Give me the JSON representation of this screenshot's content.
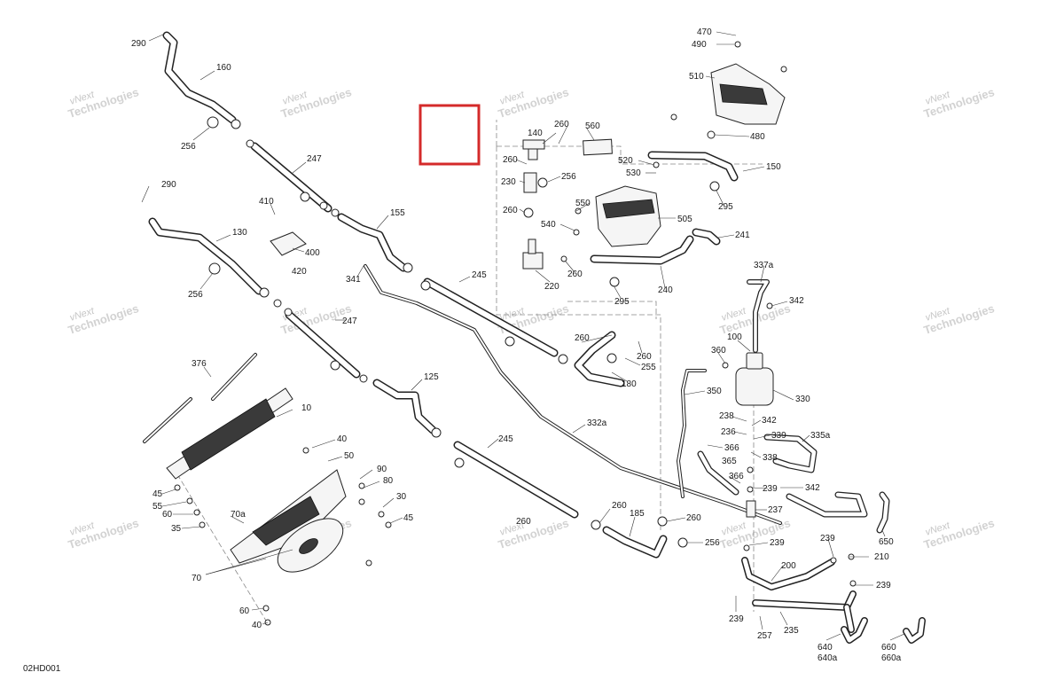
{
  "figure_code": "02HD001",
  "watermark": {
    "line1": "vNext",
    "line2": "Technologies"
  },
  "highlight_color": "#d42a2a",
  "parts": {
    "p290a": "290",
    "p160": "160",
    "p256a": "256",
    "p247a": "247",
    "p155": "155",
    "p290b": "290",
    "p130": "130",
    "p256b": "256",
    "p410": "410",
    "p400": "400",
    "p420": "420",
    "p341": "341",
    "p245a": "245",
    "p247b": "247",
    "p376": "376",
    "p10": "10",
    "p125": "125",
    "p332a": "332a",
    "p245b": "245",
    "p40a": "40",
    "p50": "50",
    "p90": "90",
    "p80": "80",
    "p30": "30",
    "p45a": "45",
    "p45b": "45",
    "p55": "55",
    "p60a": "60",
    "p35": "35",
    "p70a": "70a",
    "p70": "70",
    "p60b": "60",
    "p40b": "40",
    "p140": "140",
    "p260a": "260",
    "p560": "560",
    "p260b": "260",
    "p230": "230",
    "p256c": "256",
    "p260c": "260",
    "p520": "520",
    "p530": "530",
    "p150": "150",
    "p550": "550",
    "p540": "540",
    "p505": "505",
    "p295a": "295",
    "p241": "241",
    "p220": "220",
    "p260d": "260",
    "p295b": "295",
    "p240": "240",
    "p470": "470",
    "p490": "490",
    "p510": "510",
    "p480": "480",
    "p260e": "260",
    "p260f": "260",
    "p255": "255",
    "p180": "180",
    "p260g": "260",
    "p185": "185",
    "p260h": "260",
    "p260i": "260",
    "p256d": "256",
    "p337a": "337a",
    "p342a": "342",
    "p100": "100",
    "p360": "360",
    "p350": "350",
    "p330": "330",
    "p238": "238",
    "p342b": "342",
    "p236": "236",
    "p339": "339",
    "p335a": "335a",
    "p366a": "366",
    "p365": "365",
    "p338": "338",
    "p366b": "366",
    "p239a": "239",
    "p342c": "342",
    "p237": "237",
    "p239b": "239",
    "p650": "650",
    "p239c": "239",
    "p210": "210",
    "p200": "200",
    "p239d": "239",
    "p239e": "239",
    "p257": "257",
    "p235": "235",
    "p640": "640",
    "p640a": "640a",
    "p660": "660",
    "p660a": "660a"
  }
}
